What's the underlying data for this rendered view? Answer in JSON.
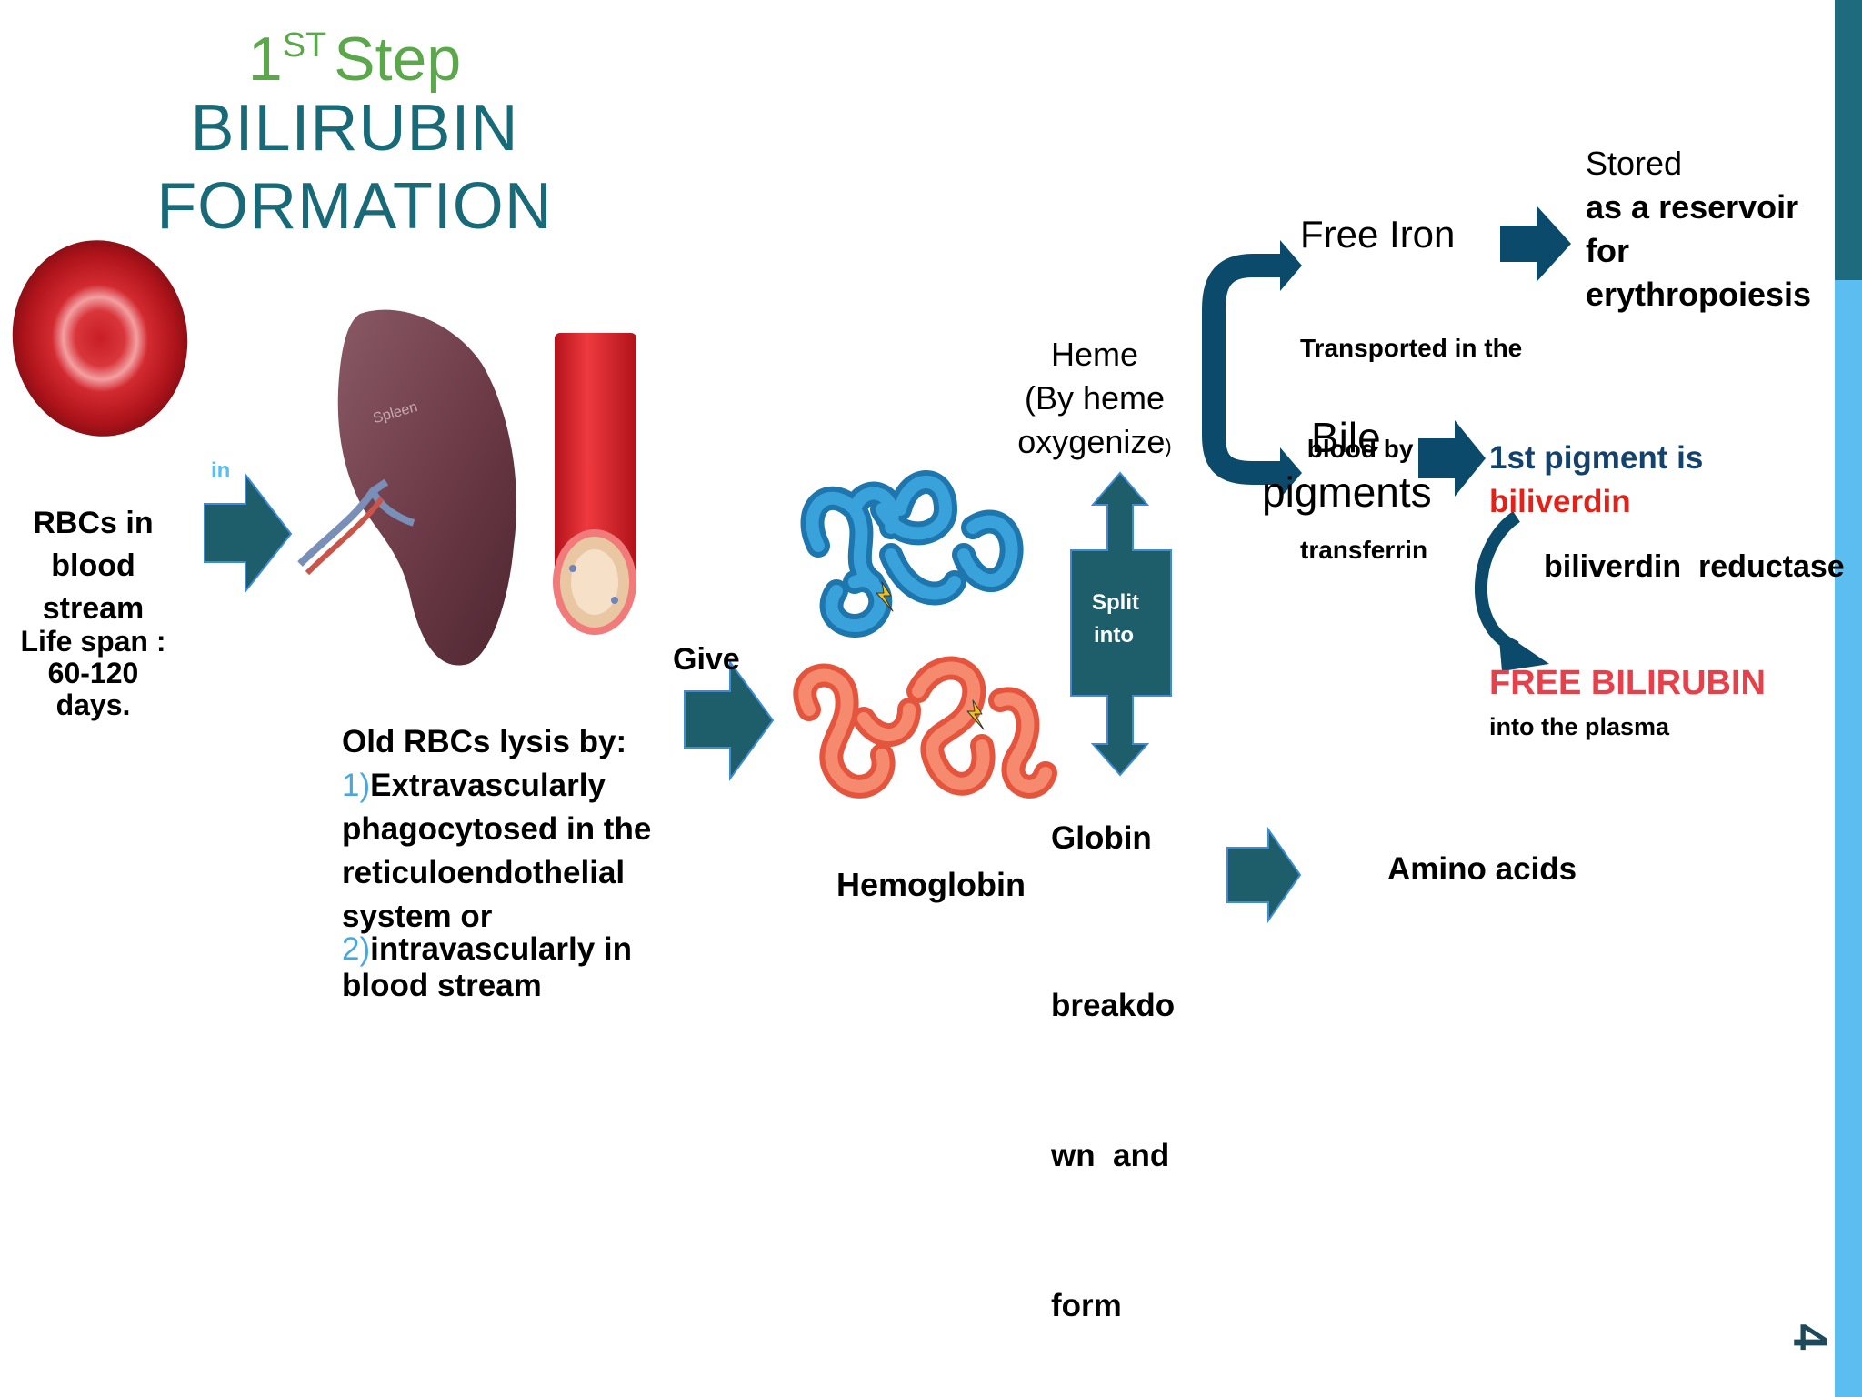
{
  "slide": {
    "title_line1_num": "1",
    "title_line1_sup": "ST",
    "title_line1_rest": "Step",
    "title_line2": "BILIRUBIN",
    "title_line3": "FORMATION",
    "page_number": "4"
  },
  "rbc": {
    "in_label": "in",
    "line1": "RBCs in",
    "line2": "blood",
    "line3": "stream",
    "life1": "Life span :",
    "life2": "60-120",
    "life3": "days."
  },
  "spleen": {
    "organ_label": "Spleen",
    "heading": "Old RBCs lysis by:",
    "item1_num": "1)",
    "item1_line1": "Extravascularly",
    "item1_line2": "phagocytosed in the",
    "item1_line3": "reticuloendothelial",
    "item1_line4": "system or",
    "item2_num": "2)",
    "item2_line1": "intravascularly in",
    "item2_line2": "blood stream"
  },
  "hemoglobin": {
    "give_label": "Give",
    "label": "Hemoglobin",
    "split1": "Split",
    "split2": "into"
  },
  "heme": {
    "line1": "Heme",
    "line2": "(By heme",
    "line3": "oxygenize",
    "line3_paren": ")"
  },
  "iron": {
    "title": "Free Iron",
    "line1": "Transported in the",
    "line2": " blood by",
    "line3": "transferrin",
    "stored1": "Stored",
    "stored2": "as a reservoir",
    "stored3": "for",
    "stored4": "erythropoiesis"
  },
  "bile": {
    "line1": "Bile",
    "line2": "pigments",
    "pig1": "1st pigment is",
    "pig2": "biliverdin",
    "enzyme": "biliverdin  reductase",
    "free": "FREE BILIRUBIN",
    "plasma": "into the plasma"
  },
  "globin": {
    "line1": "Globin",
    "line2": "breakdo",
    "line3": "wn  and",
    "line4": "form",
    "amino": "Amino acids"
  },
  "colors": {
    "teal_arrow": "#1e5e6b",
    "navy_arrow": "#0c4a6b",
    "title_green": "#5ba84a",
    "title_teal": "#196a78",
    "side_dark": "#1d6b7c",
    "side_light": "#5cbdf1",
    "free_bilirubin": "#e8404a",
    "biliverdin": "#e32119"
  }
}
